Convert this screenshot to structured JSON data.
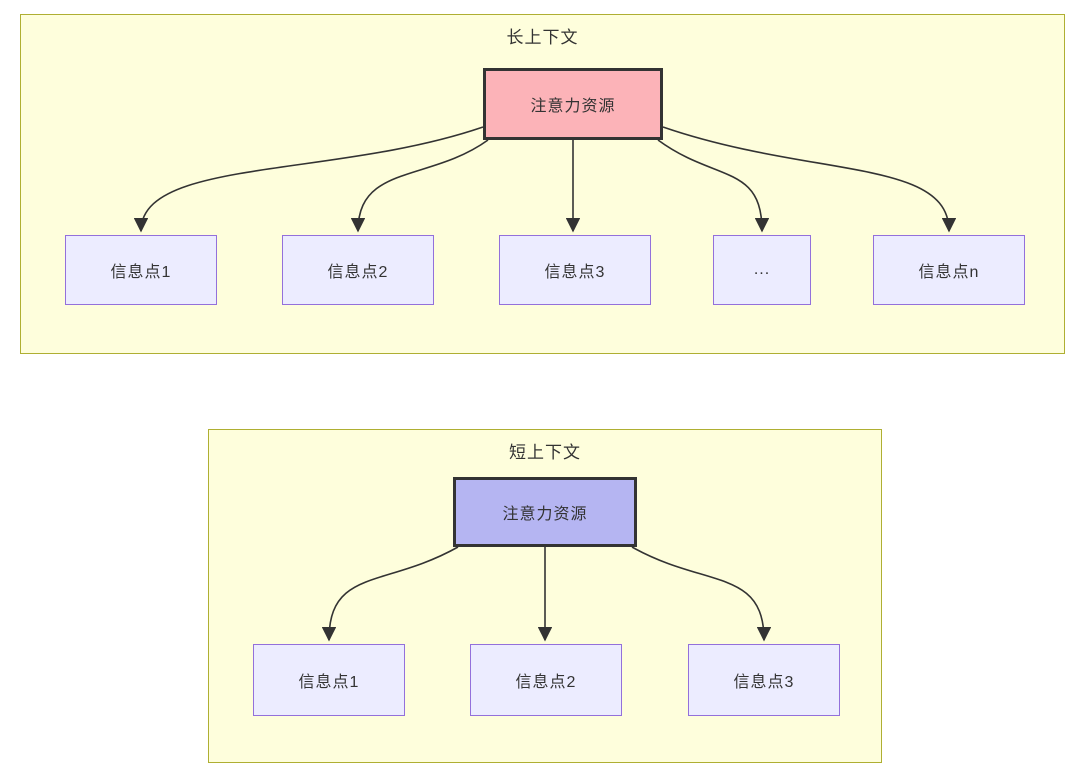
{
  "colors": {
    "group_fill": "#FEFEDC",
    "group_border": "#AFAF32",
    "long_context_root_fill": "#FCB3B8",
    "short_context_root_fill": "#B5B5F2",
    "root_border": "#333333",
    "info_box_fill": "#ECECFF",
    "info_box_border": "#9370DB",
    "arrow_color": "#333333",
    "text_color": "#333333"
  },
  "diagrams": [
    {
      "title": "长上下文",
      "root_label": "注意力资源",
      "children": [
        "信息点1",
        "信息点2",
        "信息点3",
        "...",
        "信息点n"
      ]
    },
    {
      "title": "短上下文",
      "root_label": "注意力资源",
      "children": [
        "信息点1",
        "信息点2",
        "信息点3"
      ]
    }
  ]
}
